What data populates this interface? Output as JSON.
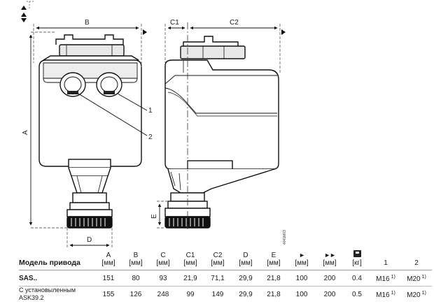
{
  "drawing": {
    "dim_labels": {
      "b": "B",
      "c1": "C1",
      "c2": "C2",
      "a": "A",
      "d": "D",
      "e": "E",
      "callout_1": "1",
      "callout_2": "2"
    },
    "drawing_code": "4041M03"
  },
  "table": {
    "model_header": "Модель привода",
    "columns": [
      {
        "name": "A",
        "unit": "[мм]"
      },
      {
        "name": "B",
        "unit": "[мм]"
      },
      {
        "name": "C",
        "unit": "[мм]"
      },
      {
        "name": "C1",
        "unit": "[мм]"
      },
      {
        "name": "C2",
        "unit": "[мм]"
      },
      {
        "name": "D",
        "unit": "[мм]"
      },
      {
        "name": "E",
        "unit": "[мм]"
      },
      {
        "name": "►",
        "unit": "[мм]"
      },
      {
        "name": "►►",
        "unit": "[мм]"
      },
      {
        "name": "",
        "unit": "[кг]",
        "icon": "weight-icon"
      },
      {
        "name": "1",
        "unit": ""
      },
      {
        "name": "2",
        "unit": ""
      }
    ],
    "rows": [
      {
        "model": "SAS..",
        "values": [
          "151",
          "80",
          "93",
          "21,9",
          "71,1",
          "29,9",
          "21,8",
          "100",
          "200",
          "0.4",
          "M16",
          "M20"
        ],
        "footnote_marks": [
          "1)",
          "1)"
        ]
      },
      {
        "model_line1": "С установыленным",
        "model_line2": "ASK39.2",
        "values": [
          "155",
          "126",
          "248",
          "99",
          "149",
          "29,9",
          "21,8",
          "100",
          "200",
          "0.5",
          "M16",
          "M20"
        ],
        "footnote_marks": [
          "1)",
          "1)"
        ]
      }
    ]
  }
}
